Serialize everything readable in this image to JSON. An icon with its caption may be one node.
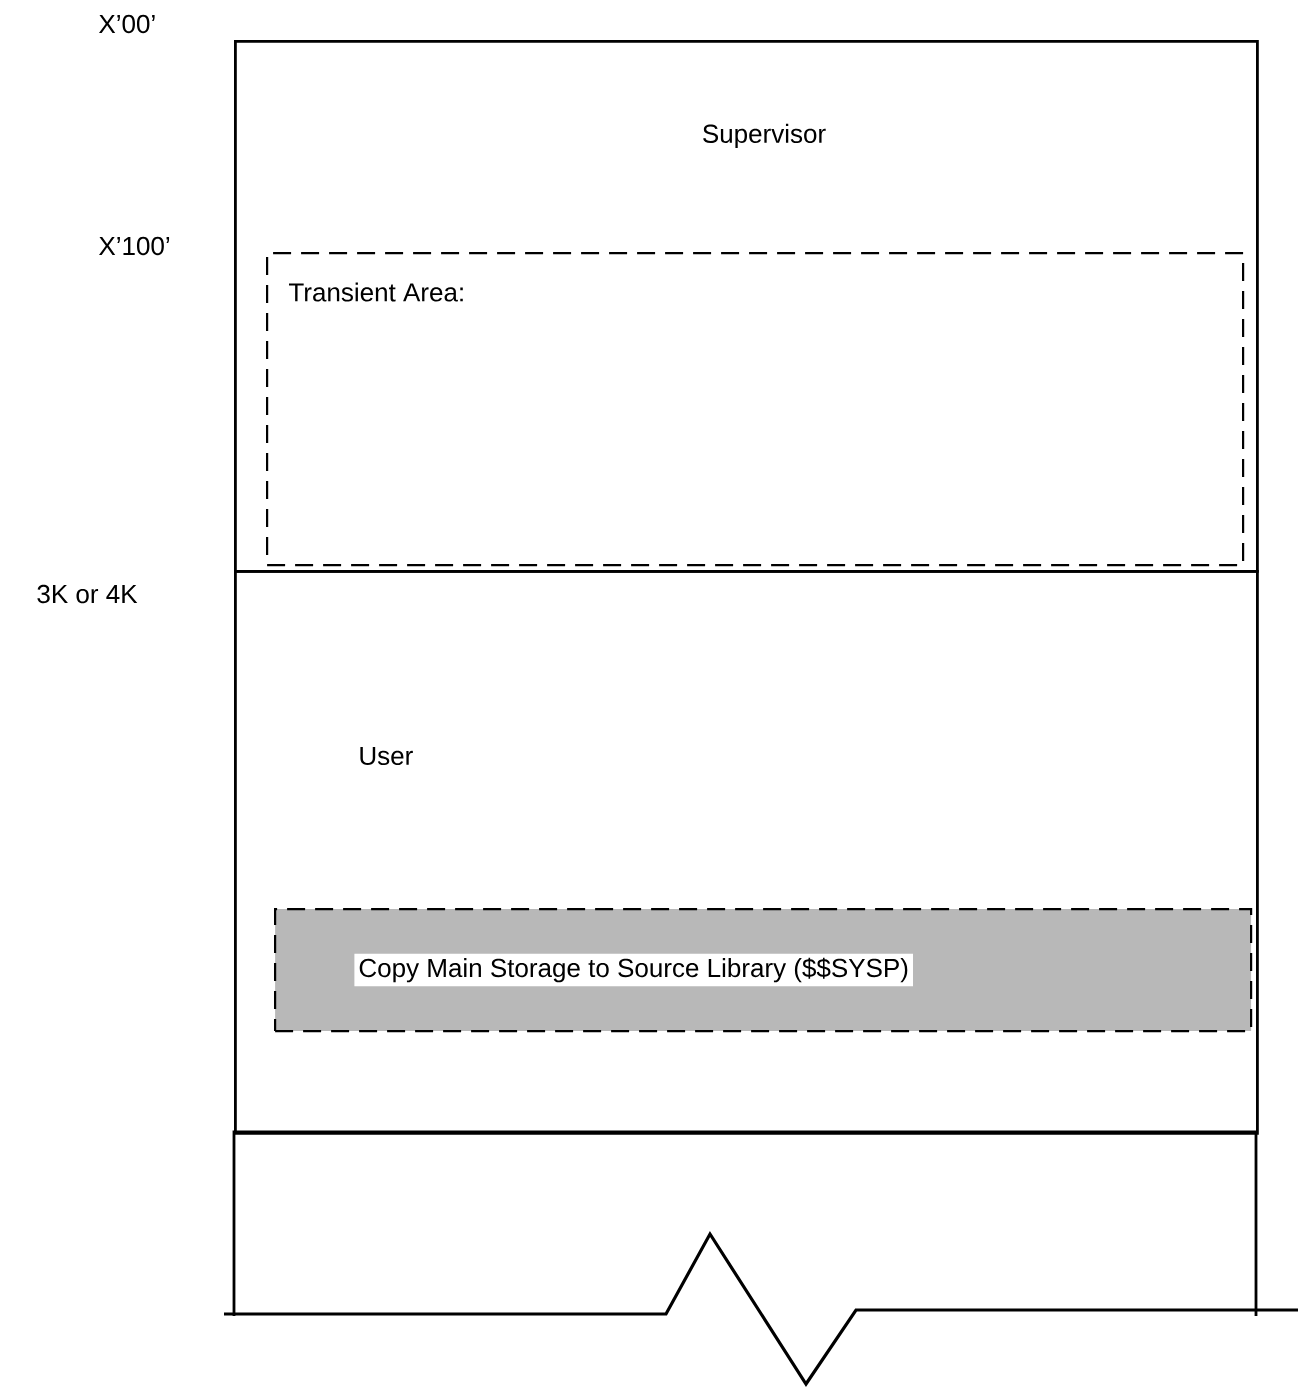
{
  "diagram": {
    "nodes": [
      {
        "text": [
          "Supervisor"
        ]
      },
      {
        "text": [
          "Transient Area:"
        ],
        "in": 0
      },
      {
        "text": [
          "User"
        ]
      },
      {
        "text": [
          "Copy Main Storage to Source Library ($$SYSP)"
        ],
        "in": 2
      },
      {
        "text": [],
        "shape": "box"
      }
    ],
    "labels": [
      "X’00’",
      "X’100’",
      "3K or 4K"
    ]
  }
}
